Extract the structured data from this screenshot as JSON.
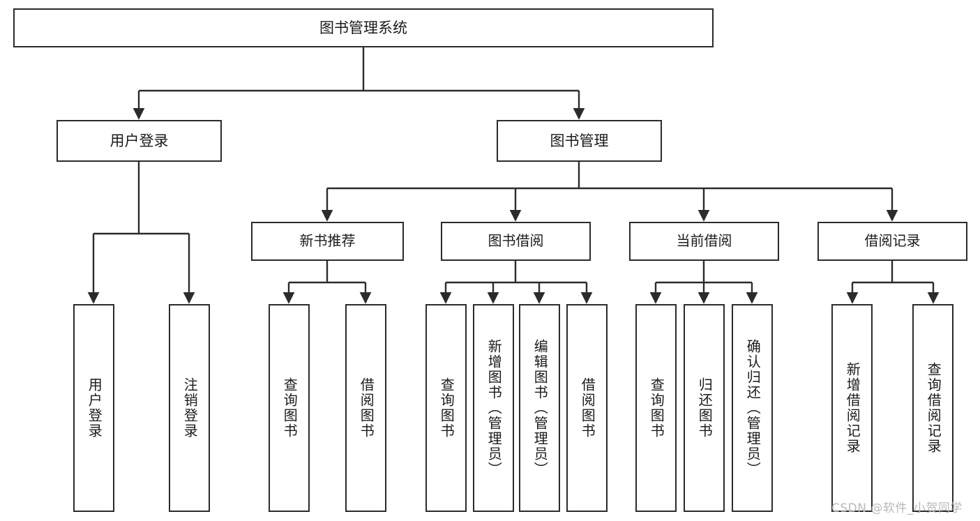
{
  "diagram": {
    "title": "图书管理系统",
    "type": "tree-hierarchy",
    "root": {
      "label": "图书管理系统",
      "children": [
        {
          "label": "用户登录",
          "children": [
            {
              "label": "用户登录"
            },
            {
              "label": "注销登录"
            }
          ]
        },
        {
          "label": "图书管理",
          "children": [
            {
              "label": "新书推荐",
              "children": [
                {
                  "label": "查询图书"
                },
                {
                  "label": "借阅图书"
                }
              ]
            },
            {
              "label": "图书借阅",
              "children": [
                {
                  "label": "查询图书"
                },
                {
                  "label": "新增图书（管理员）"
                },
                {
                  "label": "编辑图书（管理员）"
                },
                {
                  "label": "借阅图书"
                }
              ]
            },
            {
              "label": "当前借阅",
              "children": [
                {
                  "label": "查询图书"
                },
                {
                  "label": "归还图书"
                },
                {
                  "label": "确认归还（管理员）"
                }
              ]
            },
            {
              "label": "借阅记录",
              "children": [
                {
                  "label": "新增借阅记录"
                },
                {
                  "label": "查询借阅记录"
                }
              ]
            }
          ]
        }
      ]
    }
  },
  "nodes": {
    "root": {
      "label": "图书管理系统"
    },
    "user_login": {
      "label": "用户登录"
    },
    "book_manage": {
      "label": "图书管理"
    },
    "new_book_rec": {
      "label": "新书推荐"
    },
    "book_borrow": {
      "label": "图书借阅"
    },
    "current_borrow": {
      "label": "当前借阅"
    },
    "borrow_record": {
      "label": "借阅记录"
    },
    "leaf_user_login": {
      "label": "用户登录"
    },
    "leaf_logout": {
      "label": "注销登录"
    },
    "leaf_rec_query": {
      "label": "查询图书"
    },
    "leaf_rec_borrow": {
      "label": "借阅图书"
    },
    "leaf_borrow_query": {
      "label": "查询图书"
    },
    "leaf_borrow_add": {
      "label": "新增图书（管理员）"
    },
    "leaf_borrow_edit": {
      "label": "编辑图书（管理员）"
    },
    "leaf_borrow_borrow": {
      "label": "借阅图书"
    },
    "leaf_cur_query": {
      "label": "查询图书"
    },
    "leaf_cur_return": {
      "label": "归还图书"
    },
    "leaf_cur_confirm": {
      "label": "确认归还（管理员）"
    },
    "leaf_rec_add": {
      "label": "新增借阅记录"
    },
    "leaf_rec_search": {
      "label": "查询借阅记录"
    }
  },
  "watermark": {
    "text": "CSDN @软件_小贺同学"
  },
  "colors": {
    "border": "#2b2b2b",
    "text": "#1b1b1b",
    "background": "#ffffff",
    "watermark": "#b9b9b9"
  }
}
